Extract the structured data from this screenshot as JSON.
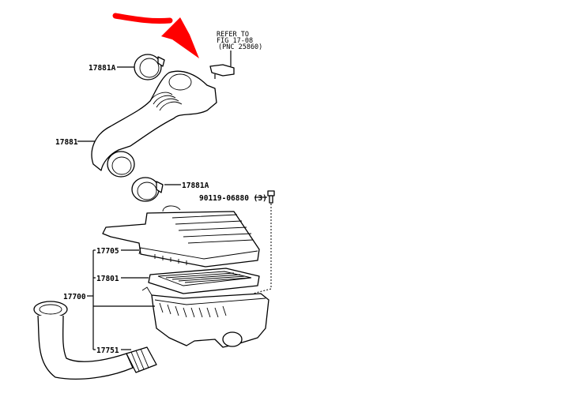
{
  "reference_note": {
    "line1": "REFER TO",
    "line2": "FIG 17-08",
    "line3": "(PNC 25860)"
  },
  "part_labels": {
    "clamp_upper": "17881A",
    "hose": "17881",
    "clamp_lower": "17881A",
    "bolt": "90119-06880 (3)",
    "cap": "17705",
    "element": "17801",
    "assembly": "17700",
    "inlet": "17751"
  },
  "colors": {
    "annotation_arrow": "#ff0000"
  }
}
